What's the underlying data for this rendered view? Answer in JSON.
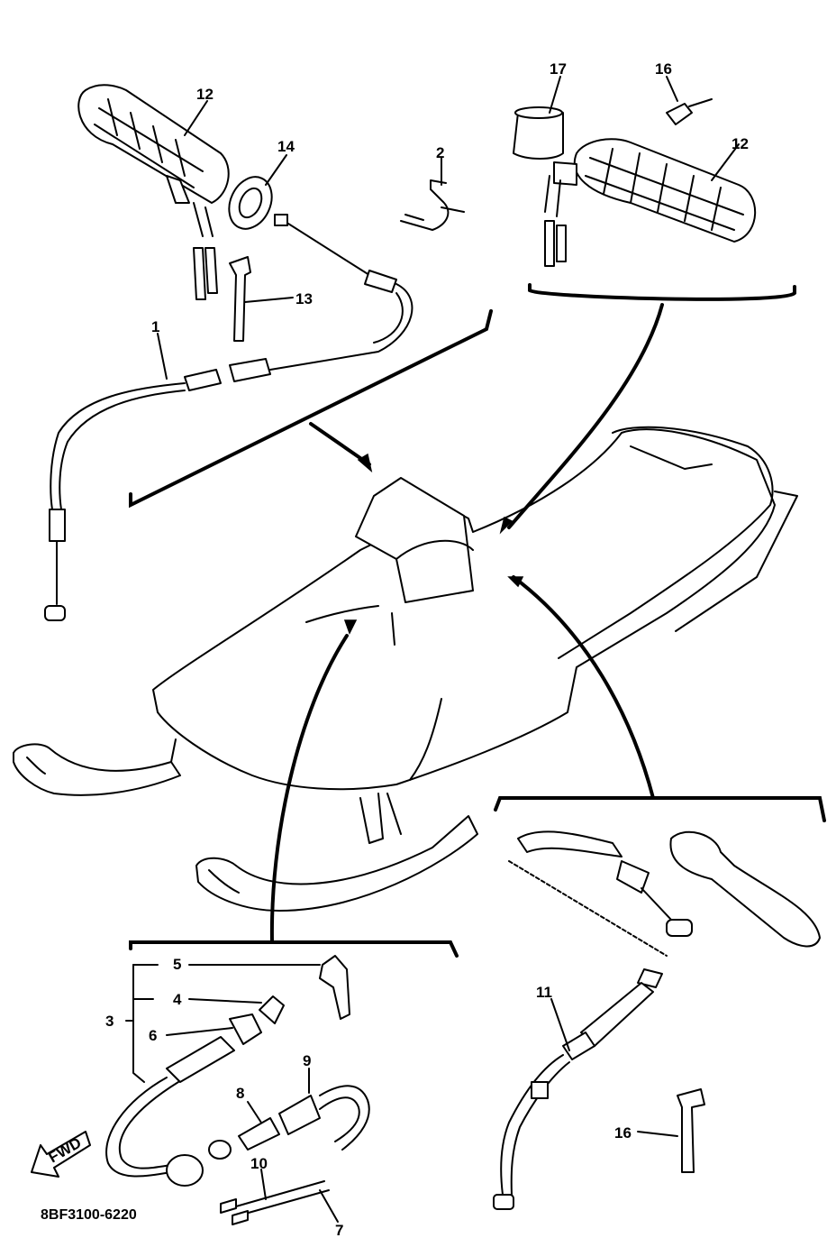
{
  "diagram": {
    "part_numbers": {
      "p1": "1",
      "p2": "2",
      "p3": "3",
      "p4": "4",
      "p5": "5",
      "p6": "6",
      "p7": "7",
      "p8": "8",
      "p9": "9",
      "p10": "10",
      "p11": "11",
      "p12_left": "12",
      "p12_right": "12",
      "p13": "13",
      "p14": "14",
      "p16_top": "16",
      "p16_bottom": "16",
      "p17": "17"
    },
    "drawing_code": "8BF3100-6220",
    "fwd_label": "FWD"
  }
}
